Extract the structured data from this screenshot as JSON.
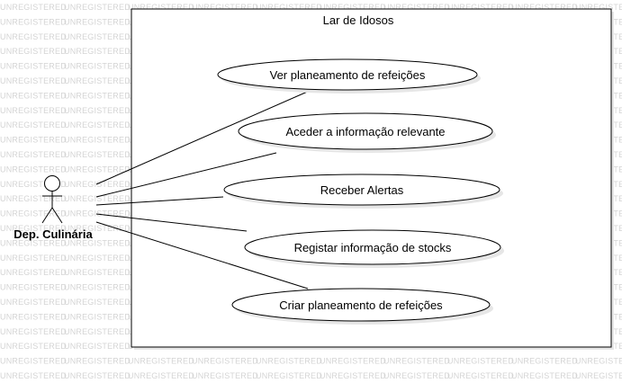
{
  "watermark": "UNREGISTERED",
  "system": {
    "title": "Lar de Idosos"
  },
  "actor": {
    "name": "Dep. Culinária"
  },
  "use_cases": [
    {
      "label": "Ver planeamento de refeições"
    },
    {
      "label": "Aceder a informação relevante"
    },
    {
      "label": "Receber Alertas"
    },
    {
      "label": "Registar informação de stocks"
    },
    {
      "label": "Criar planeamento de refeições"
    }
  ],
  "colors": {
    "line": "#000000",
    "fill": "#ffffff",
    "shadow": "#e6e6e6",
    "watermark": "#d4d4d4"
  }
}
